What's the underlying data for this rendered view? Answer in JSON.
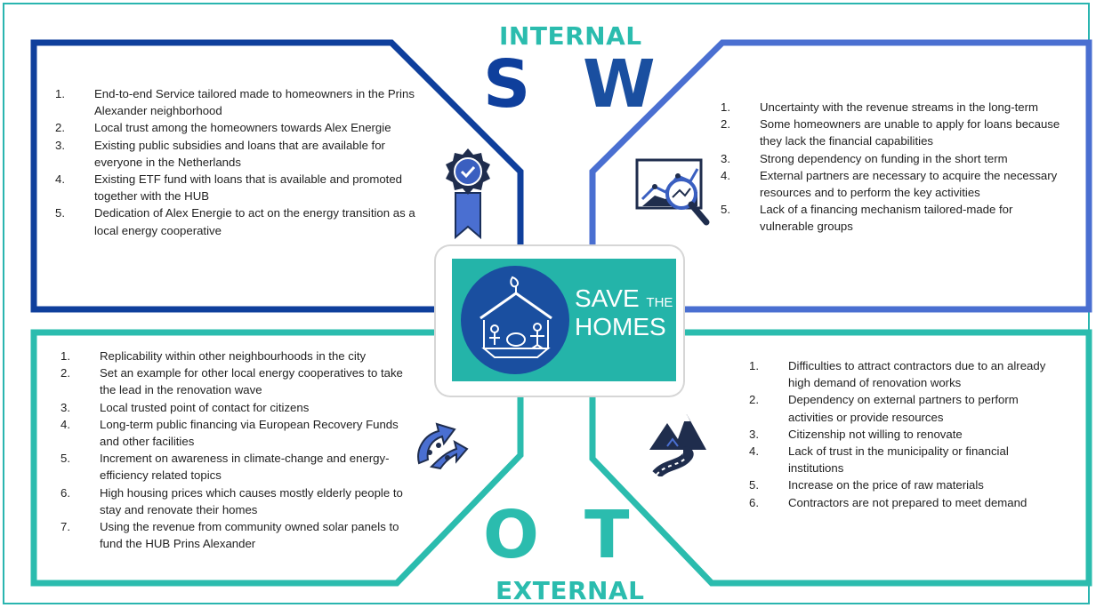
{
  "headings": {
    "internal": "INTERNAL",
    "external": "EXTERNAL"
  },
  "letters": {
    "s": "S",
    "w": "W",
    "o": "O",
    "t": "T"
  },
  "logo": {
    "line1": "SAVE",
    "line1_small": "THE",
    "line2": "HOMES"
  },
  "colors": {
    "dark_blue": "#0f3f9c",
    "blue": "#4a6fd1",
    "teal": "#2bbcae",
    "center_teal": "#24b4a9"
  },
  "icons": {
    "strengths": "award-badge-icon",
    "weaknesses": "analytics-magnifier-icon",
    "opportunities": "growth-arrow-icon",
    "threats": "mountain-road-icon"
  },
  "strengths": [
    {
      "num": "1.",
      "text": "End-to-end Service tailored made to homeowners in the Prins Alexander neighborhood"
    },
    {
      "num": "2.",
      "text": "Local trust among the homeowners towards Alex Energie"
    },
    {
      "num": "3.",
      "text": "Existing public subsidies and loans that are available for everyone in the Netherlands"
    },
    {
      "num": "4.",
      "text": "Existing ETF fund with loans that is available and promoted together with the HUB"
    },
    {
      "num": "5.",
      "text": "Dedication of Alex Energie to act on the energy transition as a local energy cooperative"
    }
  ],
  "weaknesses": [
    {
      "num": "1.",
      "text": "Uncertainty with the revenue streams in the long-term"
    },
    {
      "num": "2.",
      "text": "Some homeowners are unable to apply for loans because they lack the financial capabilities"
    },
    {
      "num": "3.",
      "text": "Strong dependency on funding in the short term"
    },
    {
      "num": "4.",
      "text": "External partners are necessary to acquire the necessary resources and to perform the key activities"
    },
    {
      "num": "5.",
      "text": "Lack of a financing mechanism tailored-made for vulnerable groups"
    }
  ],
  "opportunities": [
    {
      "num": "1.",
      "text": "Replicability within other neighbourhoods in the city"
    },
    {
      "num": "2.",
      "text": "Set an example for other local energy cooperatives to take the lead in the renovation wave"
    },
    {
      "num": "3.",
      "text": "Local trusted point of contact for citizens"
    },
    {
      "num": "4.",
      "text": "Long-term public financing via European Recovery Funds and other facilities"
    },
    {
      "num": "5.",
      "text": "Increment on awareness in climate-change and energy-efficiency related topics"
    },
    {
      "num": "6.",
      "text": "High housing prices which causes mostly elderly people to stay and renovate their homes"
    },
    {
      "num": "7.",
      "text": "Using the revenue from community owned solar panels to fund the HUB Prins Alexander"
    }
  ],
  "threats": [
    {
      "num": "1.",
      "text": "Difficulties to attract contractors due to an already high demand of renovation works"
    },
    {
      "num": "2.",
      "text": "Dependency on external partners to perform activities or provide resources"
    },
    {
      "num": "3.",
      "text": "Citizenship not willing to renovate"
    },
    {
      "num": "4.",
      "text": "Lack of trust in the municipality or financial institutions"
    },
    {
      "num": "5.",
      "text": "Increase on the price of raw materials"
    },
    {
      "num": "6.",
      "text": "Contractors are not prepared to meet demand"
    }
  ]
}
